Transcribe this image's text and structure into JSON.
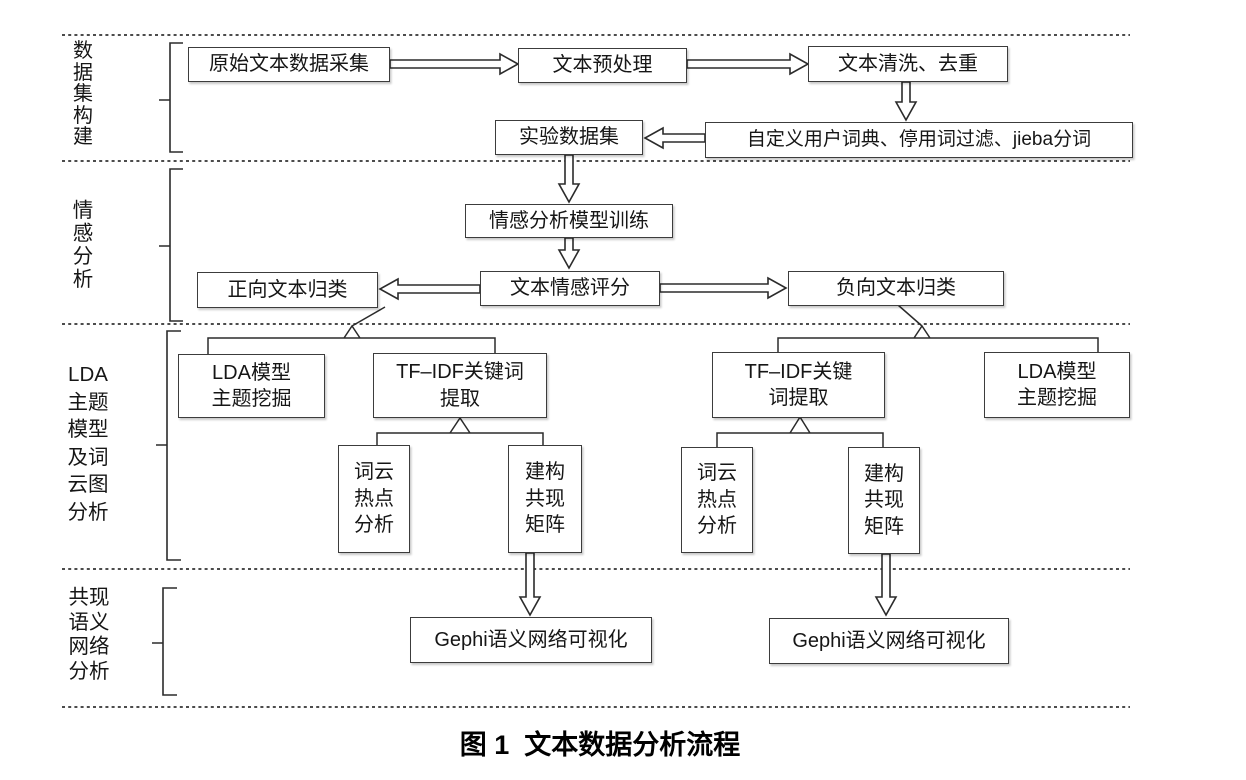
{
  "figure": {
    "caption": "图 1  文本数据分析流程"
  },
  "sections": [
    {
      "id": "dataset-construction",
      "label": "数\n据\n集\n构\n建"
    },
    {
      "id": "sentiment-analysis",
      "label": "情\n感\n分\n析"
    },
    {
      "id": "lda-topic-wordcloud",
      "label": "LDA\n主题\n模型\n及词\n云图\n分析"
    },
    {
      "id": "cooccurrence-network",
      "label": "共现\n语义\n网络\n分析"
    }
  ],
  "nodes": {
    "raw": "原始文本数据采集",
    "preprocess": "文本预处理",
    "clean": "文本清洗、去重",
    "dict": "自定义用户词典、停用词过滤、jieba分词",
    "dataset": "实验数据集",
    "train": "情感分析模型训练",
    "score": "文本情感评分",
    "positive": "正向文本归类",
    "negative": "负向文本归类",
    "lda_left": "LDA模型\n主题挖掘",
    "tfidf_left": "TF–IDF关键词\n提取",
    "tfidf_right": "TF–IDF关键\n词提取",
    "lda_right": "LDA模型\n主题挖掘",
    "wordcloud_left": "词云\n热点\n分析",
    "matrix_left": "建构\n共现\n矩阵",
    "wordcloud_right": "词云\n热点\n分析",
    "matrix_right": "建构\n共现\n矩阵",
    "gephi_left": "Gephi语义网络可视化",
    "gephi_right": "Gephi语义网络可视化"
  },
  "colors": {
    "background": "#ffffff",
    "line": "#2b2b2b",
    "box_border": "#3c3c3c",
    "text": "#161616"
  }
}
